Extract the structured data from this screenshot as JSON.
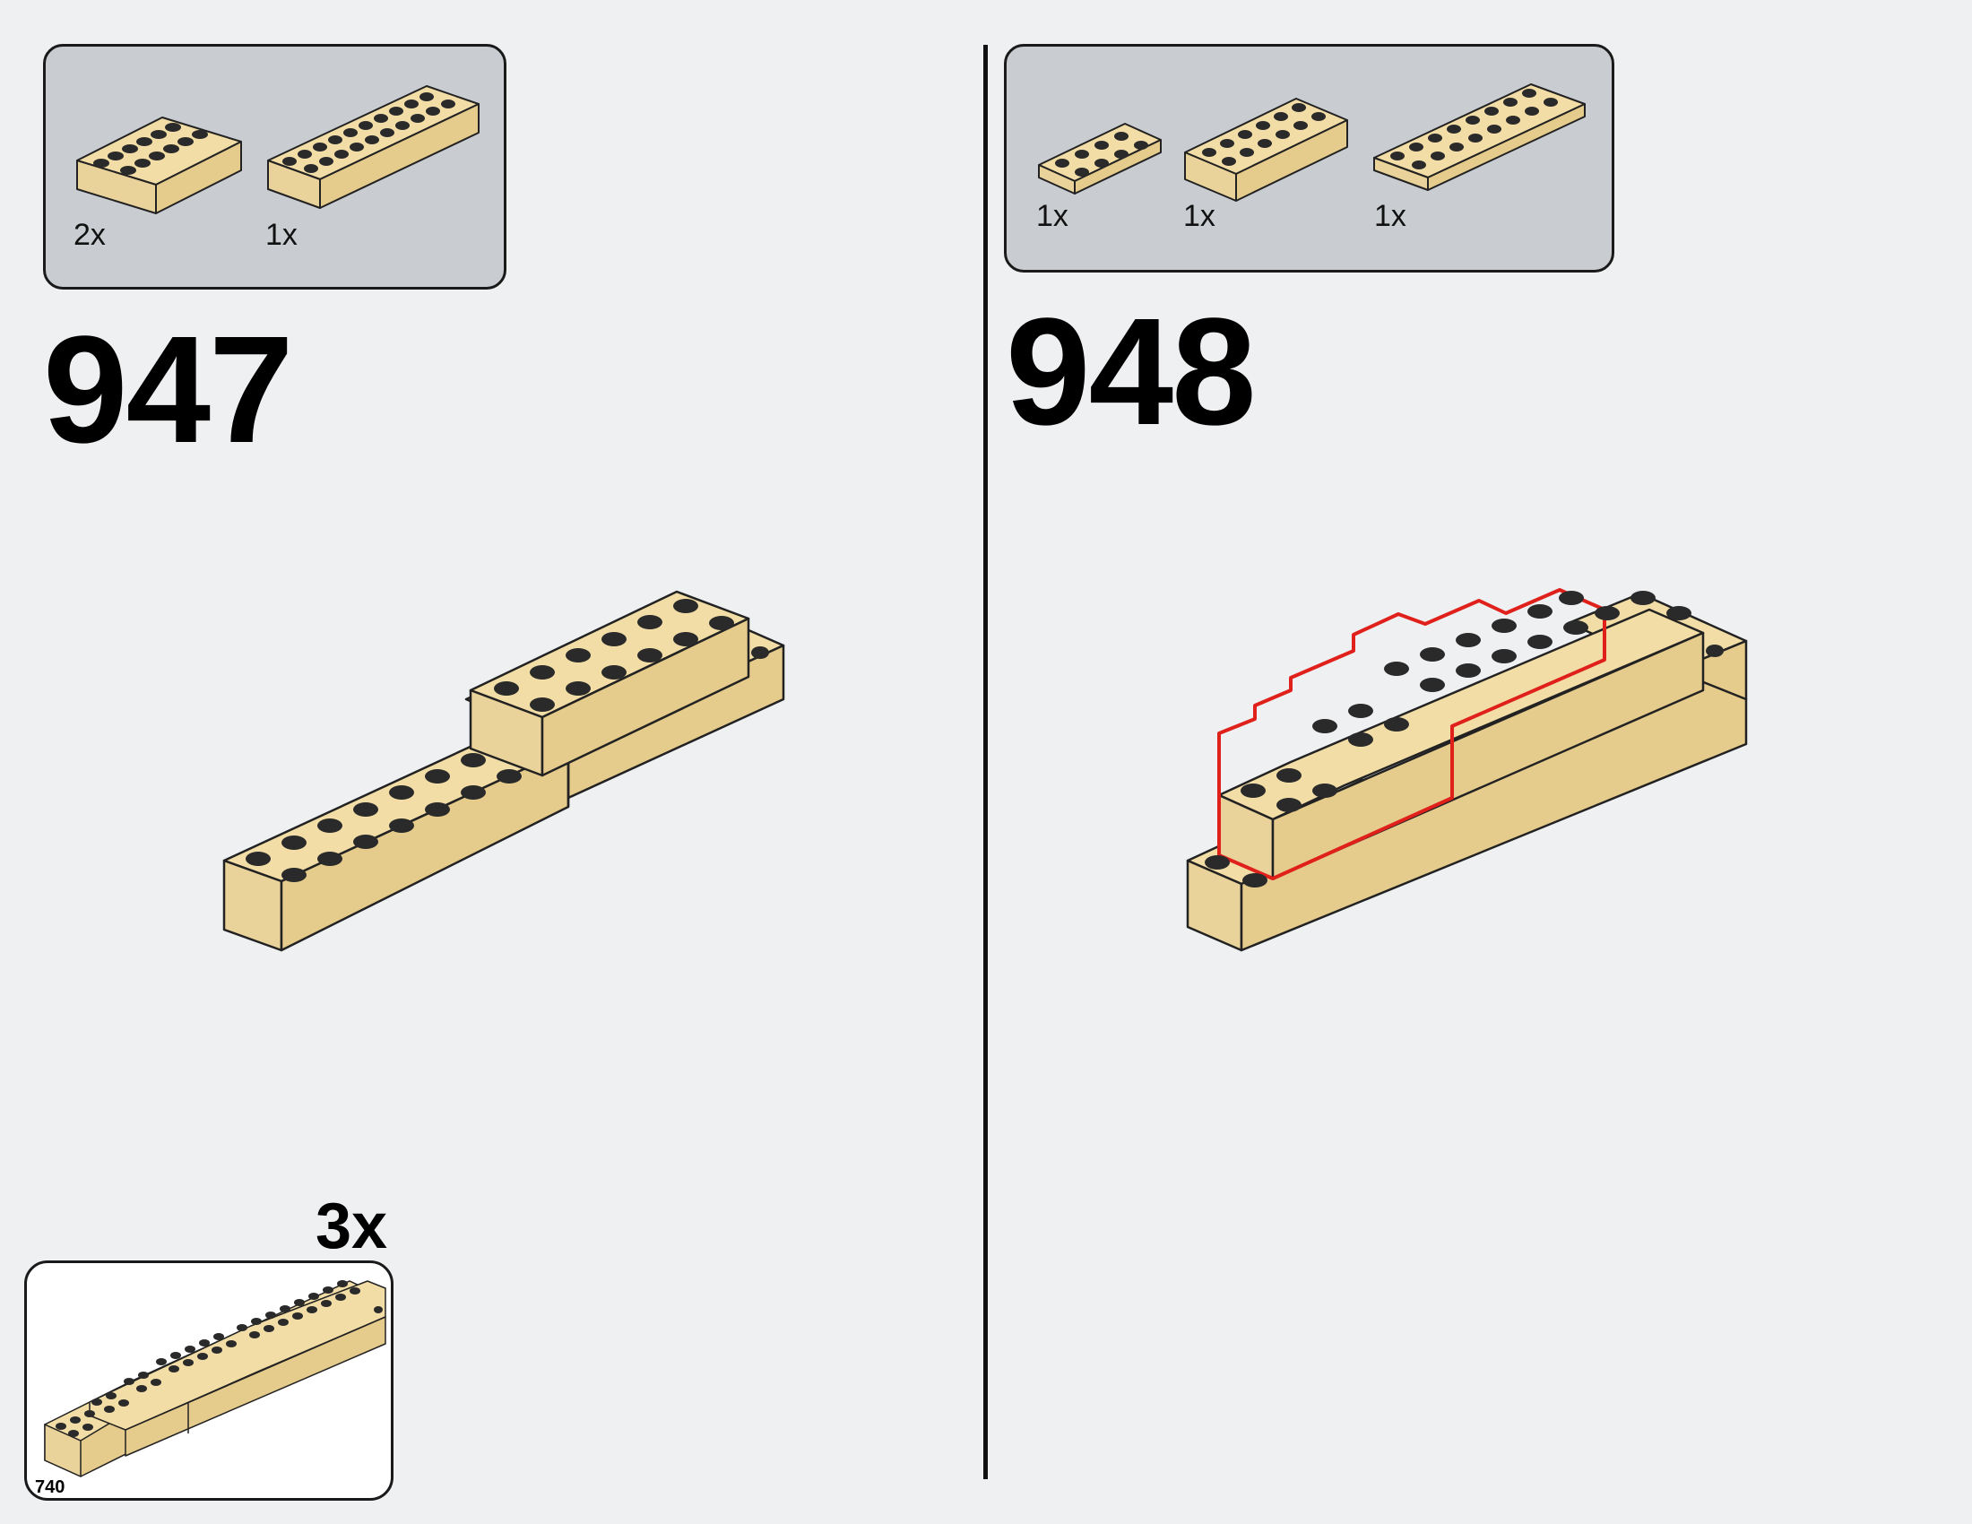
{
  "steps": [
    {
      "number": "947",
      "parts": [
        {
          "name": "brick-2x6",
          "qty": "2x"
        },
        {
          "name": "brick-2x10",
          "qty": "1x"
        }
      ]
    },
    {
      "number": "948",
      "parts": [
        {
          "name": "plate-2x4",
          "qty": "1x"
        },
        {
          "name": "brick-2x6",
          "qty": "1x"
        },
        {
          "name": "plate-2x8",
          "qty": "1x"
        }
      ]
    }
  ],
  "submodel": {
    "multiplier": "3x"
  },
  "page": {
    "number": "740"
  },
  "colors": {
    "brick": "#f2dda6",
    "brick_side": "#e5cb8c",
    "highlight": "#e0201b",
    "panel": "#c9cdd1",
    "background": "#eef0f2"
  }
}
